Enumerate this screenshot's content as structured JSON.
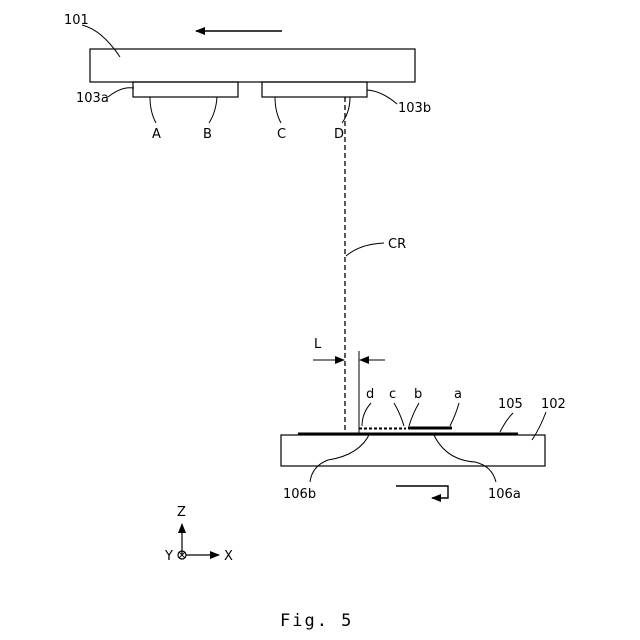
{
  "labels": {
    "head": "101",
    "stage": "102",
    "left_group": "103a",
    "right_group": "103b",
    "film": "105",
    "region_b": "106b",
    "region_a": "106a",
    "cr": "CR",
    "l": "L",
    "A": "A",
    "B": "B",
    "C": "C",
    "D": "D",
    "a": "a",
    "b": "b",
    "c": "c",
    "d": "d"
  },
  "axes": {
    "z": "Z",
    "y": "Y",
    "x": "X"
  },
  "caption": "Fig. 5"
}
